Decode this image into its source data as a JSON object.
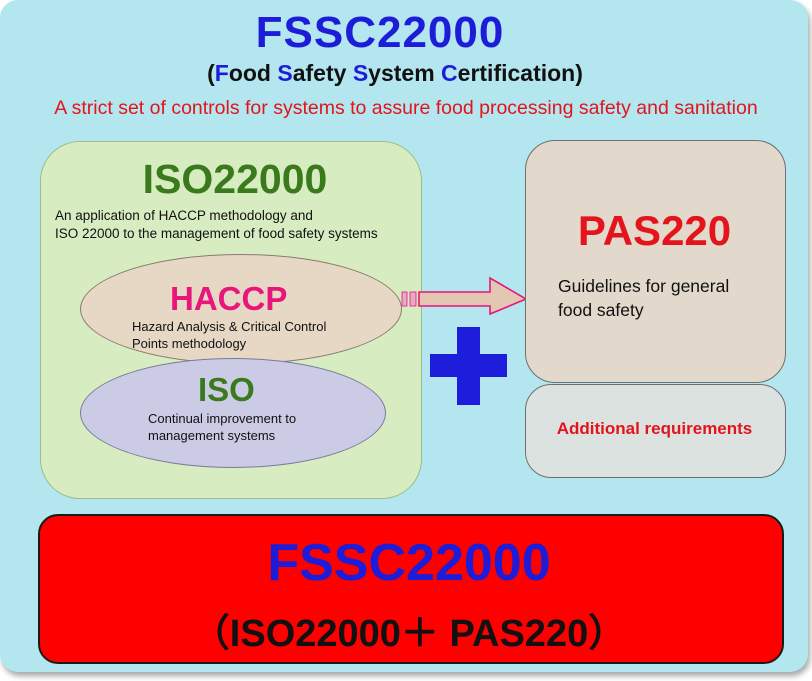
{
  "header": {
    "title": "FSSC22000",
    "subtitle_parts": [
      {
        "text": "(",
        "highlight": false
      },
      {
        "text": "F",
        "highlight": true
      },
      {
        "text": "ood ",
        "highlight": false
      },
      {
        "text": "S",
        "highlight": true
      },
      {
        "text": "afety ",
        "highlight": false
      },
      {
        "text": "S",
        "highlight": true
      },
      {
        "text": "ystem ",
        "highlight": false
      },
      {
        "text": "C",
        "highlight": true
      },
      {
        "text": "ertification)",
        "highlight": false
      }
    ],
    "tagline": "A strict set of controls for systems to assure food processing safety and sanitation"
  },
  "iso22000": {
    "title": "ISO22000",
    "description": "An application of HACCP methodology and\nISO 22000 to the management of food safety systems",
    "haccp": {
      "title": "HACCP",
      "description": "Hazard Analysis & Critical Control\nPoints methodology"
    },
    "iso": {
      "title": "ISO",
      "description": "Continual improvement to\nmanagement systems"
    }
  },
  "pas220": {
    "title": "PAS220",
    "description": "Guidelines for general\nfood safety",
    "additional": "Additional requirements"
  },
  "footer": {
    "title": "FSSC22000",
    "subtitle": "（ISO22000＋ PAS220）"
  },
  "colors": {
    "frame": "#b3e6ee",
    "title_blue": "#1d1dd9",
    "accent_red": "#e3141c",
    "green": "#3b7a1c",
    "pink": "#e8157a",
    "footer_red": "#fe0000"
  },
  "icons": {
    "plus": "plus-icon",
    "arrow": "right-arrow-icon"
  }
}
